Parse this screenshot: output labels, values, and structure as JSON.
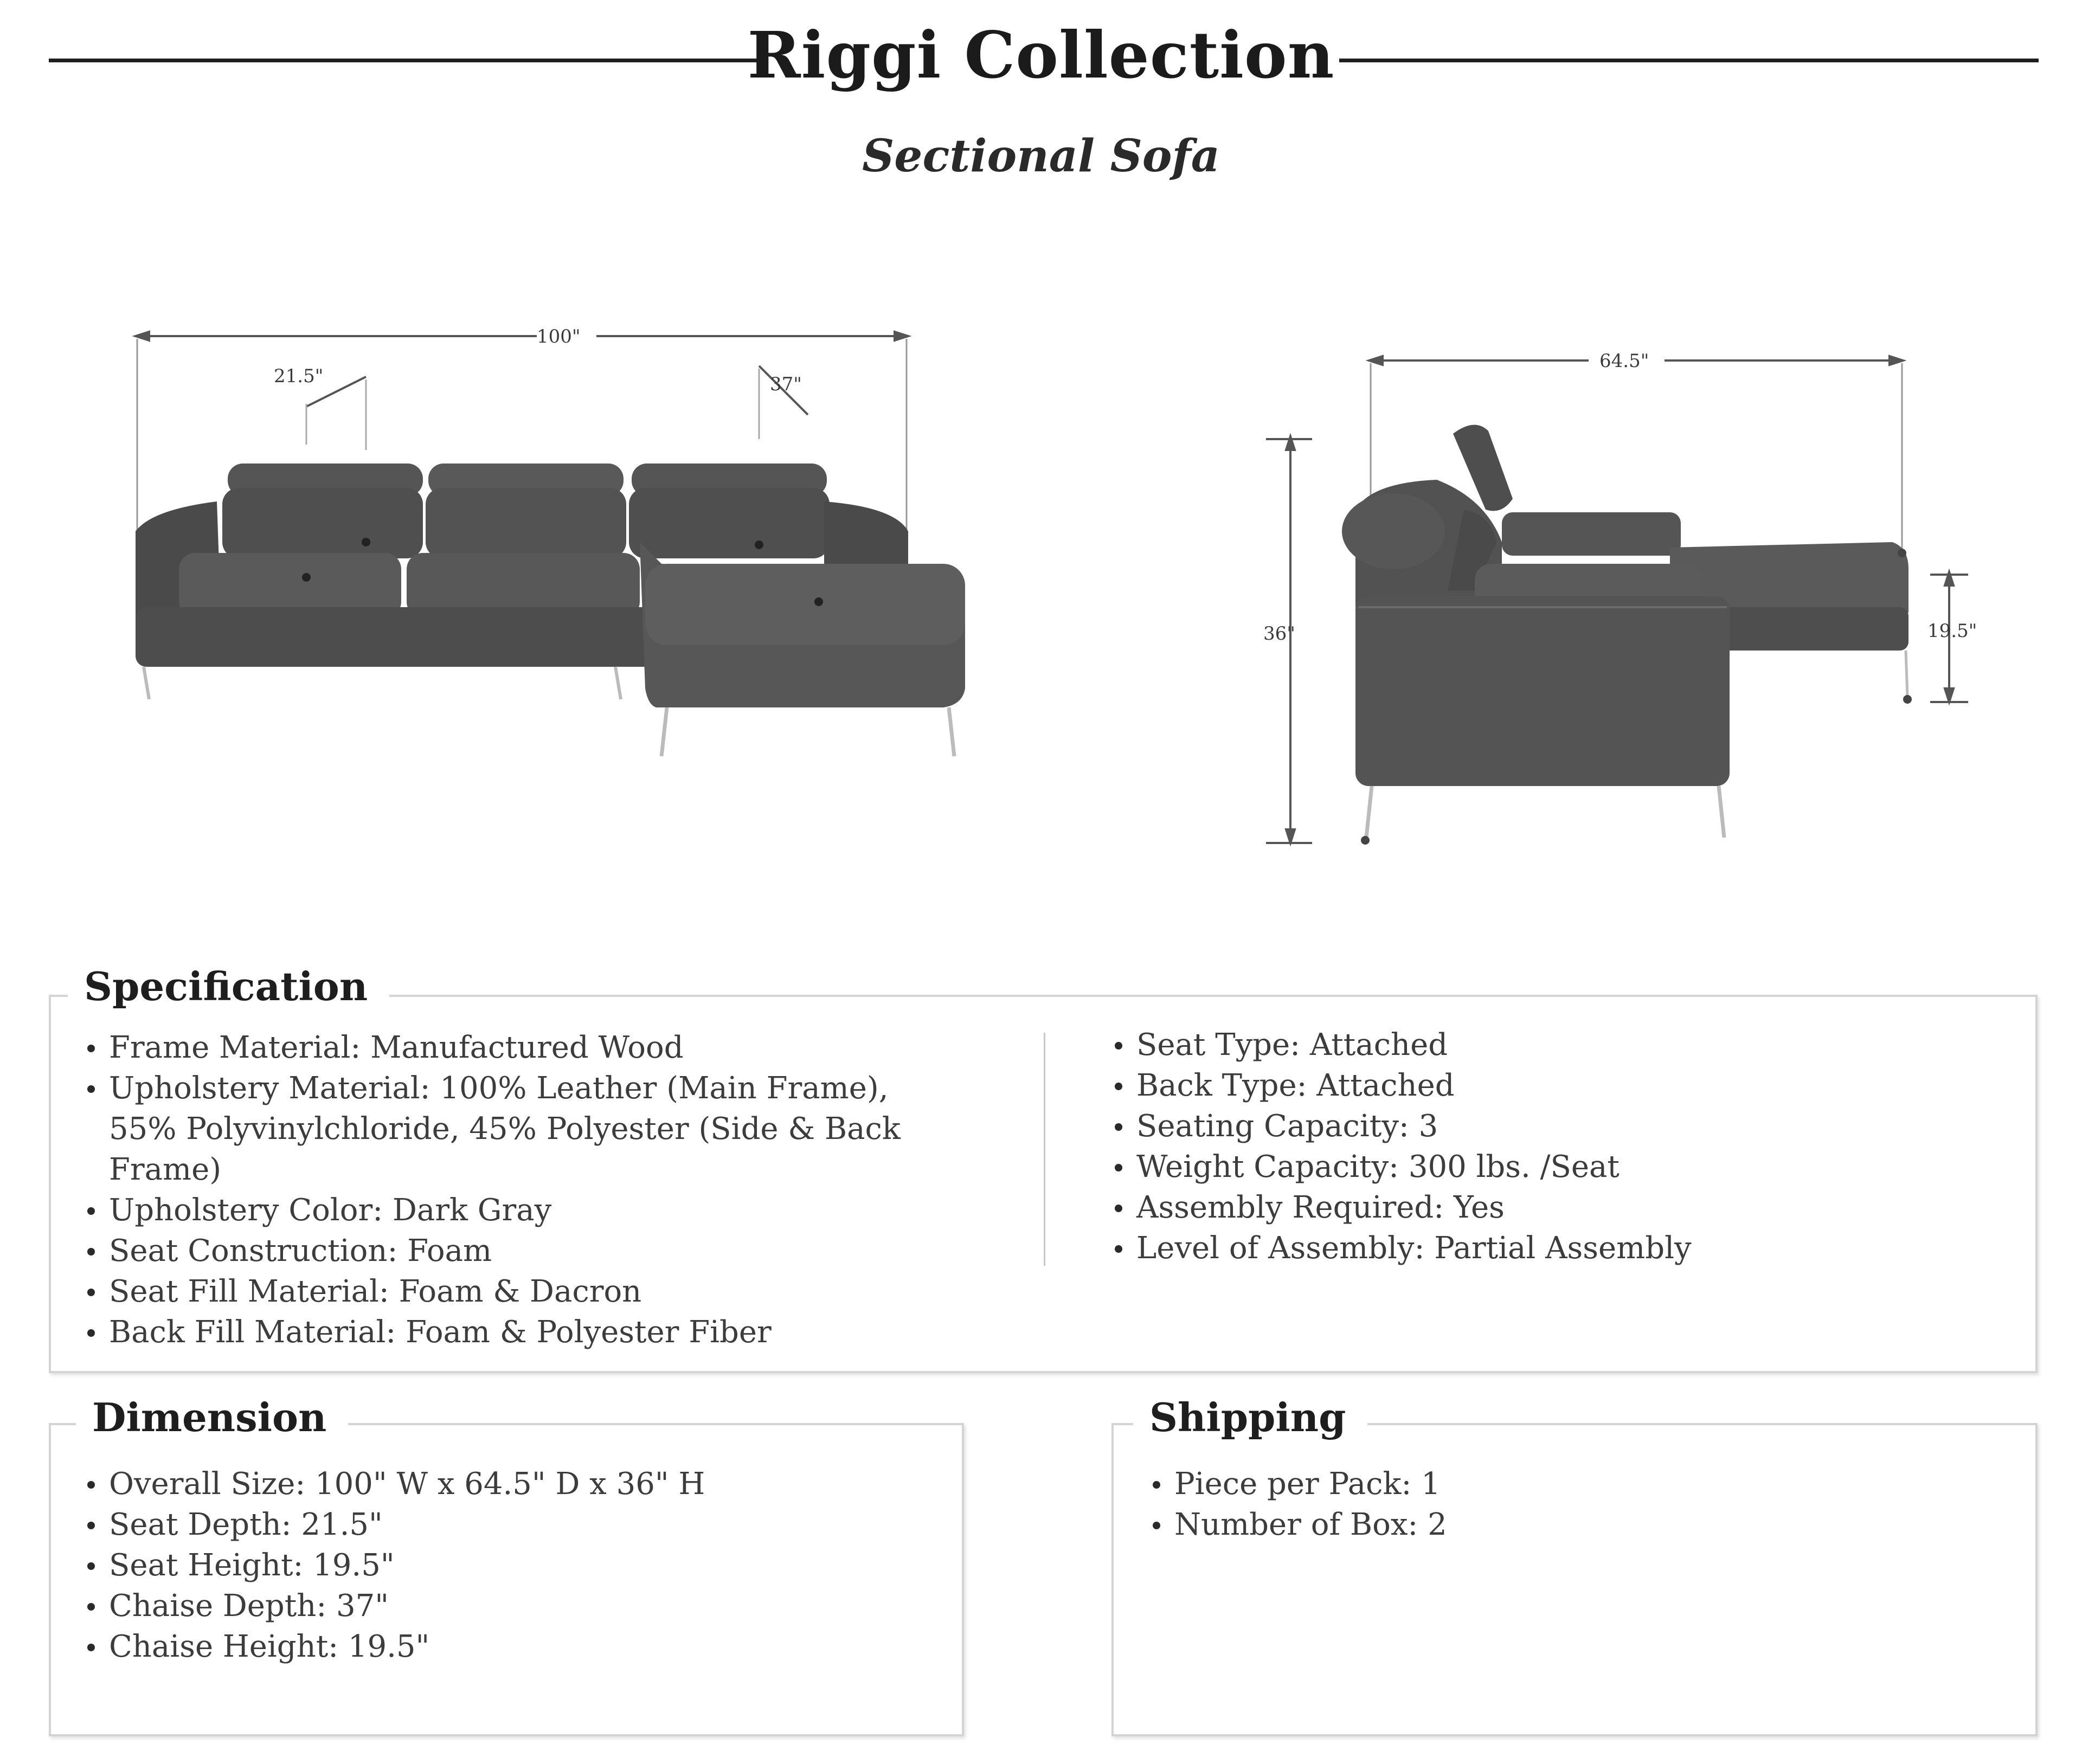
{
  "header": {
    "title": "Riggi Collection",
    "subtitle": "Sectional Sofa"
  },
  "front_view": {
    "overall_width_label": "100\"",
    "seat_depth_label": "21.5\"",
    "chaise_depth_label": "37\""
  },
  "side_view": {
    "depth_label": "64.5\"",
    "height_label": "36\"",
    "seat_height_label": "19.5\""
  },
  "specification": {
    "title": "Specification",
    "left_items": [
      "Frame Material: Manufactured Wood",
      "Upholstery Material: 100% Leather (Main Frame), 55% Polyvinylchloride, 45% Polyester (Side & Back Frame)",
      "Upholstery Color: Dark Gray",
      "Seat Construction: Foam",
      "Seat Fill Material: Foam & Dacron",
      "Back Fill Material: Foam & Polyester Fiber"
    ],
    "right_items": [
      "Seat Type: Attached",
      "Back Type: Attached",
      "Seating Capacity: 3",
      "Weight Capacity: 300 lbs. /Seat",
      "Assembly Required: Yes",
      "Level of Assembly: Partial Assembly"
    ]
  },
  "dimension": {
    "title": "Dimension",
    "items": [
      "Overall Size: 100\" W x 64.5\" D x 36\" H",
      "Seat Depth: 21.5\"",
      "Seat Height: 19.5\"",
      "Chaise Depth: 37\"",
      "Chaise Height: 19.5\""
    ]
  },
  "shipping": {
    "title": "Shipping",
    "items": [
      "Piece per Pack: 1",
      "Number of Box: 2"
    ]
  }
}
